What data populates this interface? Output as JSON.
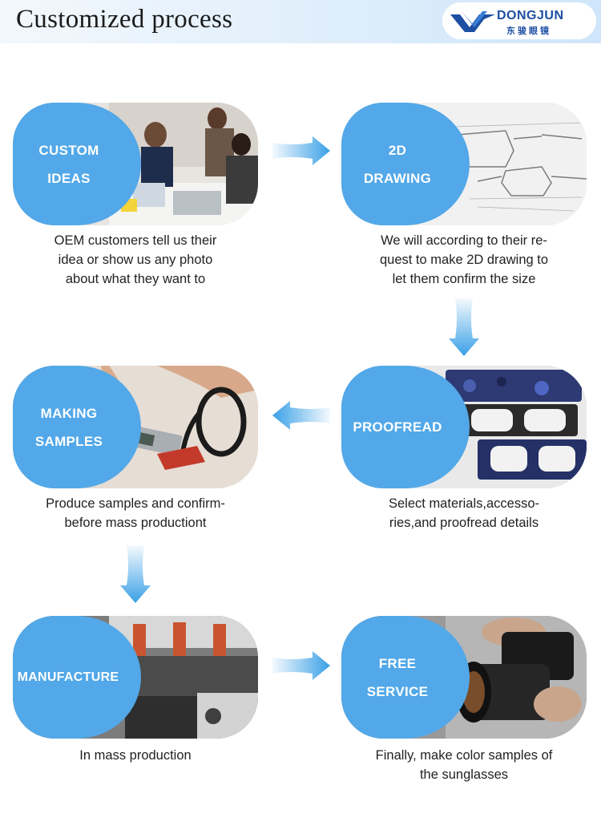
{
  "header": {
    "title": "Customized process",
    "logo_name": "DONGJUN",
    "logo_sub": "东骏眼镜"
  },
  "steps": [
    {
      "label_lines": [
        "CUSTOM",
        "IDEAS"
      ],
      "description_lines": [
        "OEM customers tell us their",
        "idea or show us any photo",
        "about what they want to"
      ]
    },
    {
      "label_lines": [
        "2D",
        "DRAWING"
      ],
      "description_lines": [
        "We will according to their re-",
        "quest to make 2D drawing to",
        "let them confirm the size"
      ]
    },
    {
      "label_lines": [
        "PROOFREAD"
      ],
      "description_lines": [
        "Select materials,accesso-",
        "ries,and proofread details"
      ]
    },
    {
      "label_lines": [
        "MAKING",
        "SAMPLES"
      ],
      "description_lines": [
        "Produce samples and confirm-",
        "before mass productiont"
      ]
    },
    {
      "label_lines": [
        "MANUFACTURE"
      ],
      "description_lines": [
        "In mass production"
      ]
    },
    {
      "label_lines": [
        "FREE",
        "SERVICE"
      ],
      "description_lines": [
        "Finally, make color samples of",
        "the sunglasses"
      ]
    }
  ],
  "colors": {
    "accent_blue": "#52a8e8",
    "arrow_blue": "#3aa0e6",
    "logo_blue": "#1d4fa3"
  },
  "icons": {
    "arrow": "gradient-arrow-icon",
    "logo": "dongjun-logo-icon"
  }
}
